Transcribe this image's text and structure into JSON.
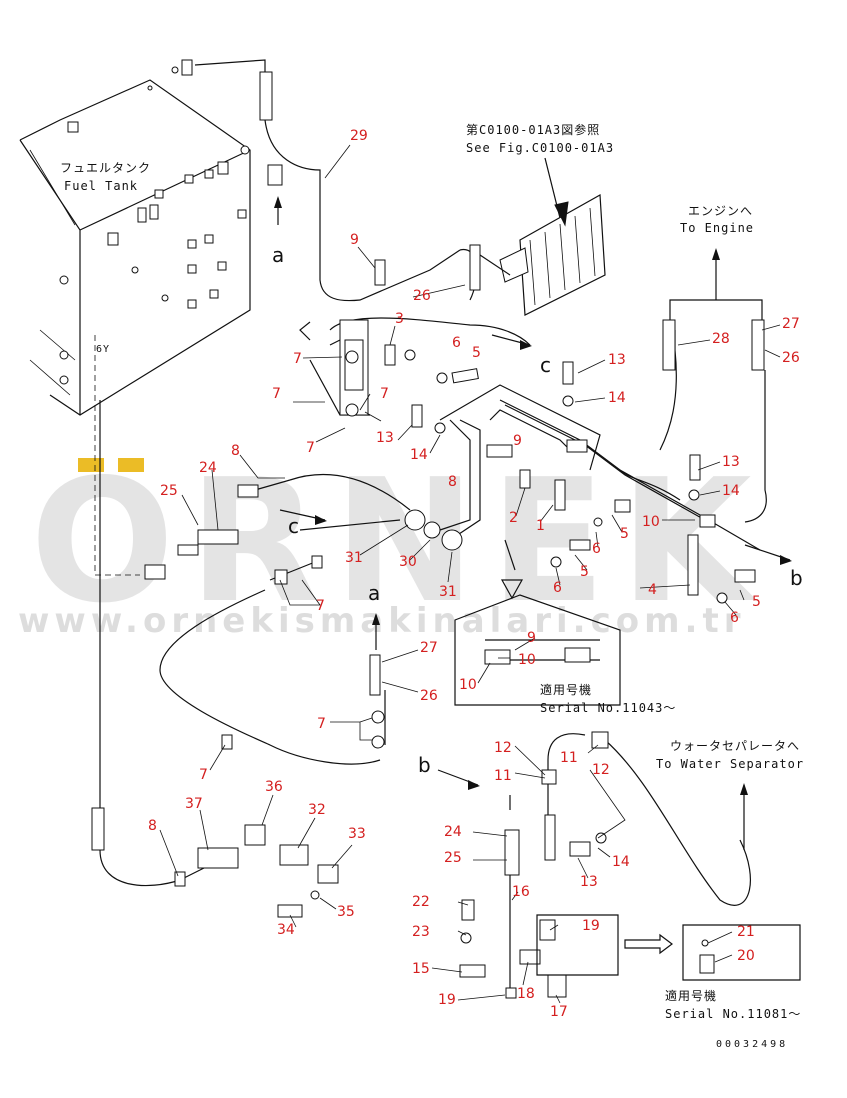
{
  "labels": {
    "fuel_tank_jp": "フュエルタンク",
    "fuel_tank_en": "Fuel Tank",
    "see_fig_jp": "第C0100-01A3図参照",
    "see_fig_en": "See Fig.C0100-01A3",
    "to_engine_jp": "エンジンへ",
    "to_engine_en": "To Engine",
    "to_water_sep_jp": "ウォータセパレータへ",
    "to_water_sep_en": "To Water Separator",
    "serial_jp_1": "適用号機",
    "serial_en_1": "Serial No.11043～",
    "serial_jp_2": "適用号機",
    "serial_en_2": "Serial No.11081～",
    "drawing_number": "00032498",
    "tank_note": "6Y"
  },
  "letters": [
    "a",
    "c",
    "c",
    "b",
    "a",
    "b"
  ],
  "watermark": {
    "logo": "ORNEK",
    "url": "www.ornekismakinalari.com.tr",
    "accent_color": "#e8b000"
  },
  "parts": [
    {
      "number": "29"
    },
    {
      "number": "9"
    },
    {
      "number": "26"
    },
    {
      "number": "3"
    },
    {
      "number": "7"
    },
    {
      "number": "7"
    },
    {
      "number": "6"
    },
    {
      "number": "5"
    },
    {
      "number": "7"
    },
    {
      "number": "13"
    },
    {
      "number": "7"
    },
    {
      "number": "13"
    },
    {
      "number": "14"
    },
    {
      "number": "13"
    },
    {
      "number": "14"
    },
    {
      "number": "9"
    },
    {
      "number": "8"
    },
    {
      "number": "28"
    },
    {
      "number": "27"
    },
    {
      "number": "26"
    },
    {
      "number": "13"
    },
    {
      "number": "14"
    },
    {
      "number": "8"
    },
    {
      "number": "24"
    },
    {
      "number": "25"
    },
    {
      "number": "2"
    },
    {
      "number": "1"
    },
    {
      "number": "5"
    },
    {
      "number": "10"
    },
    {
      "number": "6"
    },
    {
      "number": "5"
    },
    {
      "number": "31"
    },
    {
      "number": "30"
    },
    {
      "number": "31"
    },
    {
      "number": "6"
    },
    {
      "number": "4"
    },
    {
      "number": "5"
    },
    {
      "number": "6"
    },
    {
      "number": "7"
    },
    {
      "number": "9"
    },
    {
      "number": "10"
    },
    {
      "number": "10"
    },
    {
      "number": "27"
    },
    {
      "number": "26"
    },
    {
      "number": "7"
    },
    {
      "number": "7"
    },
    {
      "number": "12"
    },
    {
      "number": "11"
    },
    {
      "number": "12"
    },
    {
      "number": "11"
    },
    {
      "number": "36"
    },
    {
      "number": "37"
    },
    {
      "number": "32"
    },
    {
      "number": "8"
    },
    {
      "number": "33"
    },
    {
      "number": "24"
    },
    {
      "number": "25"
    },
    {
      "number": "14"
    },
    {
      "number": "13"
    },
    {
      "number": "35"
    },
    {
      "number": "34"
    },
    {
      "number": "16"
    },
    {
      "number": "22"
    },
    {
      "number": "19"
    },
    {
      "number": "23"
    },
    {
      "number": "21"
    },
    {
      "number": "20"
    },
    {
      "number": "15"
    },
    {
      "number": "18"
    },
    {
      "number": "19"
    },
    {
      "number": "17"
    }
  ]
}
